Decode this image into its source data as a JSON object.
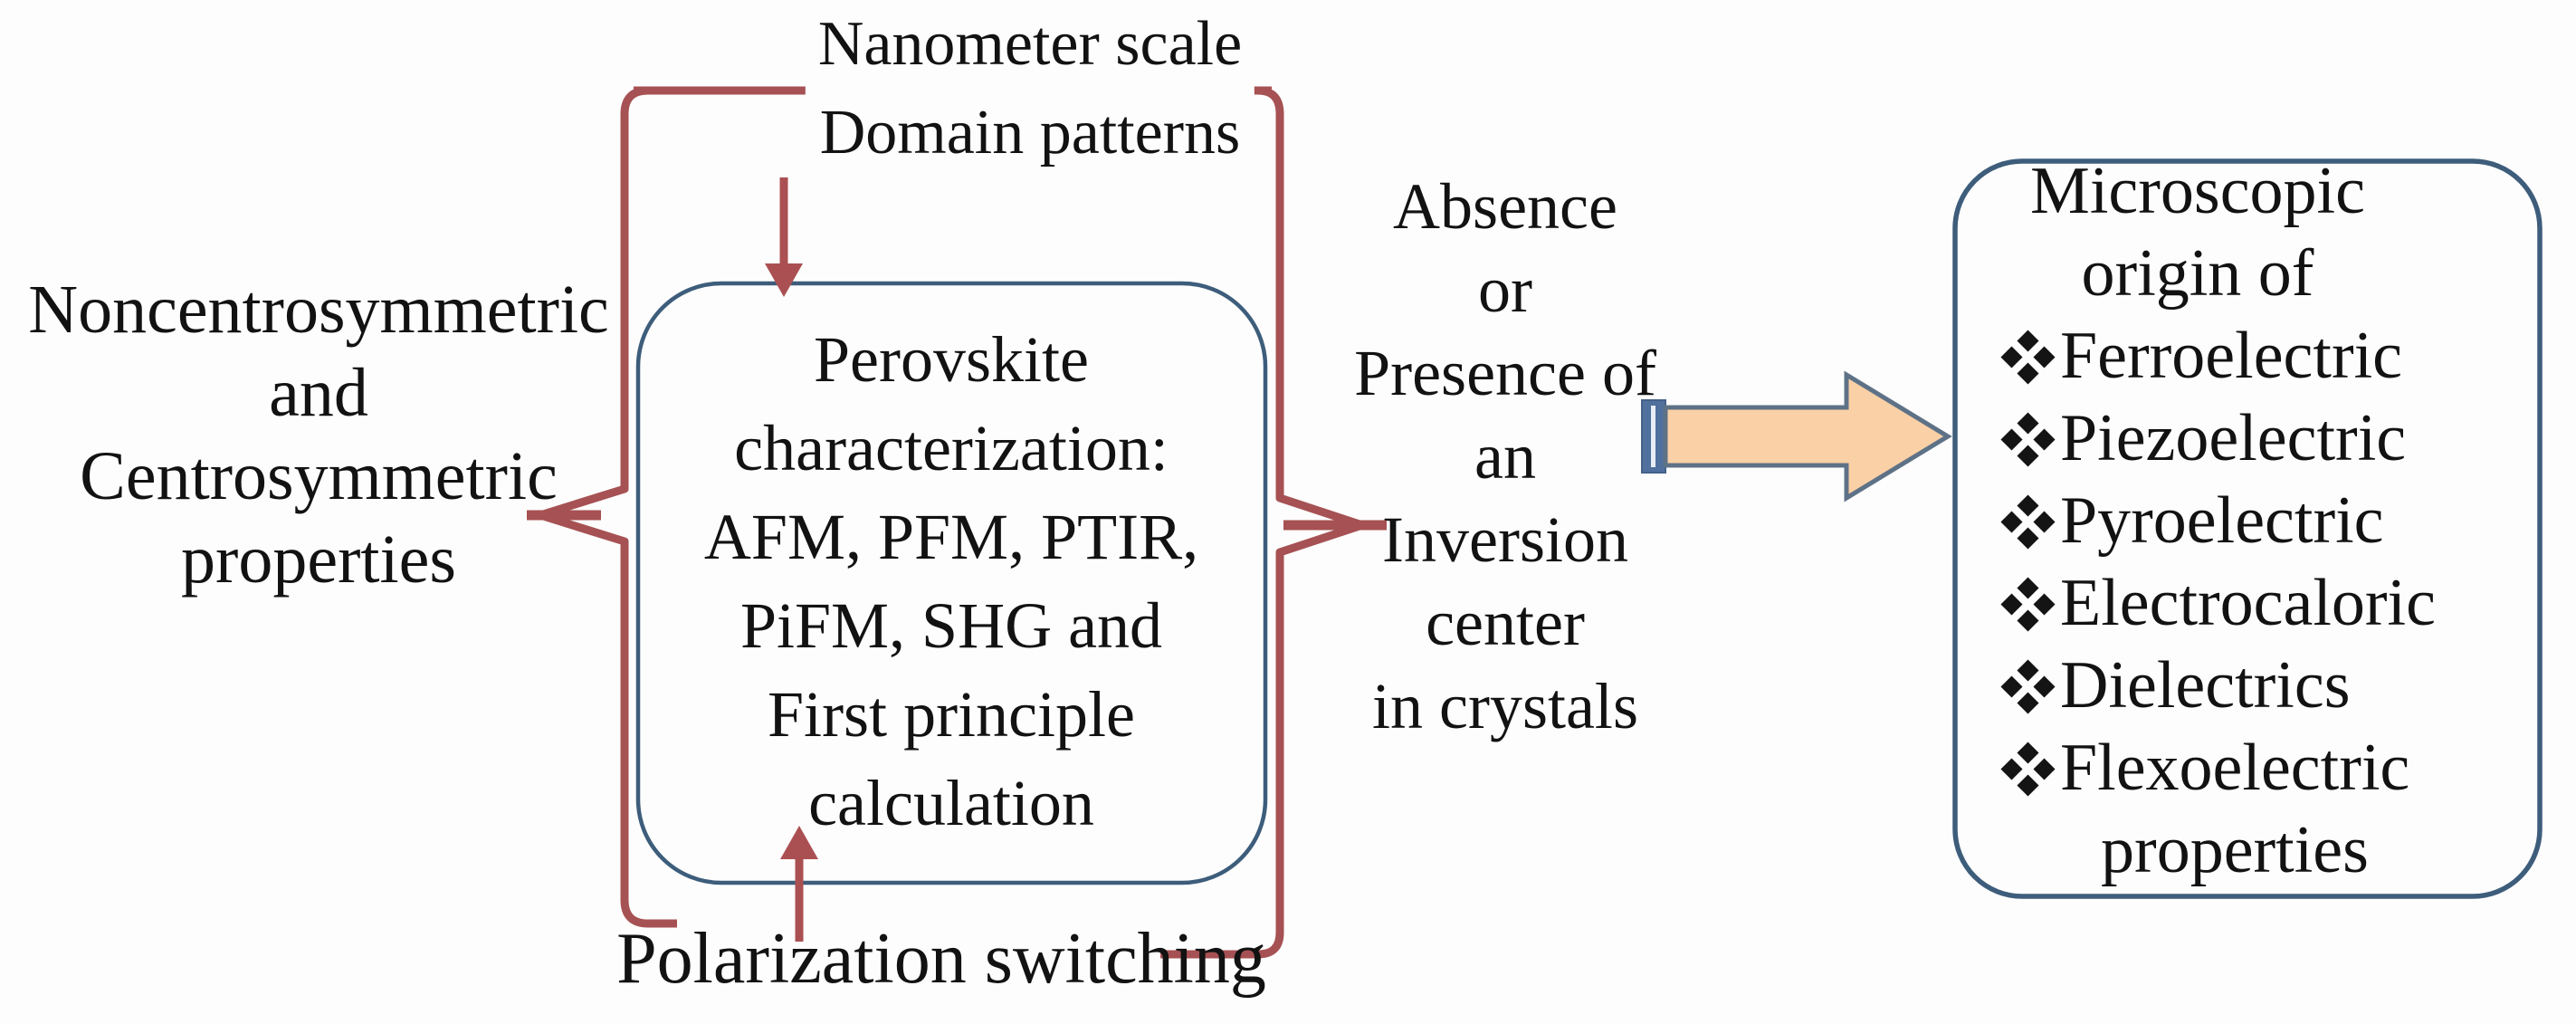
{
  "figure": {
    "top_label": {
      "lines": [
        "Nanometer scale",
        "Domain patterns"
      ]
    },
    "left_label": {
      "lines": [
        "Noncentrosymmetric",
        "and",
        "Centrosymmetric",
        "properties"
      ]
    },
    "center_box": {
      "lines": [
        "Perovskite",
        "characterization:",
        "AFM, PFM, PTIR,",
        "PiFM, SHG and",
        "First principle",
        "calculation"
      ]
    },
    "middle_label": {
      "lines": [
        "Absence",
        "or",
        "Presence of",
        "an",
        "Inversion",
        "center",
        "in crystals"
      ]
    },
    "bottom_label": {
      "text": "Polarization switching"
    },
    "right_box": {
      "title_lines": [
        "Microscopic",
        "origin of"
      ],
      "items": [
        "Ferroelectric",
        "Piezoelectric",
        "Pyroelectric",
        "Electrocaloric",
        "Dielectrics",
        "Flexoelectric"
      ],
      "footer": "properties"
    },
    "colors": {
      "background": "#fdfdfd",
      "text": "#121212",
      "bracket_red": "#a65153",
      "arrow_red": "#ab5052",
      "box_border": "#3d5d7b",
      "big_arrow_fill": "#fad0a6",
      "big_arrow_border": "#5e7287",
      "arrow_tail": "#50709e"
    }
  }
}
